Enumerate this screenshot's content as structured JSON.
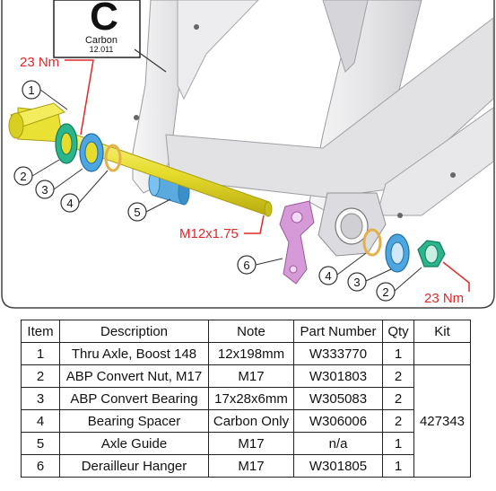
{
  "carbon_badge": {
    "letter": "C",
    "word": "Carbon",
    "code": "12.011"
  },
  "callouts": {
    "torque_top": "23 Nm",
    "torque_bottom": "23 Nm",
    "thread": "M12x1.75",
    "items": [
      "1",
      "2",
      "3",
      "4",
      "5",
      "6",
      "4",
      "3",
      "2"
    ]
  },
  "colors": {
    "frame": "#ececee",
    "axle": "#e8e23c",
    "nut": "#2bb58c",
    "bearing": "#4da6e0",
    "spacer": "#e3b04a",
    "hanger": "#d79ad8",
    "callout_red": "#e02828"
  },
  "table": {
    "headers": [
      "Item",
      "Description",
      "Note",
      "Part Number",
      "Qty",
      "Kit"
    ],
    "rows": [
      [
        "1",
        "Thru Axle, Boost 148",
        "12x198mm",
        "W333770",
        "1"
      ],
      [
        "2",
        "ABP Convert Nut, M17",
        "M17",
        "W301803",
        "2"
      ],
      [
        "3",
        "ABP Convert Bearing",
        "17x28x6mm",
        "W305083",
        "2"
      ],
      [
        "4",
        "Bearing Spacer",
        "Carbon Only",
        "W306006",
        "2"
      ],
      [
        "5",
        "Axle Guide",
        "M17",
        "n/a",
        "1"
      ],
      [
        "6",
        "Derailleur Hanger",
        "M17",
        "W301805",
        "1"
      ]
    ],
    "kit": "427343"
  }
}
